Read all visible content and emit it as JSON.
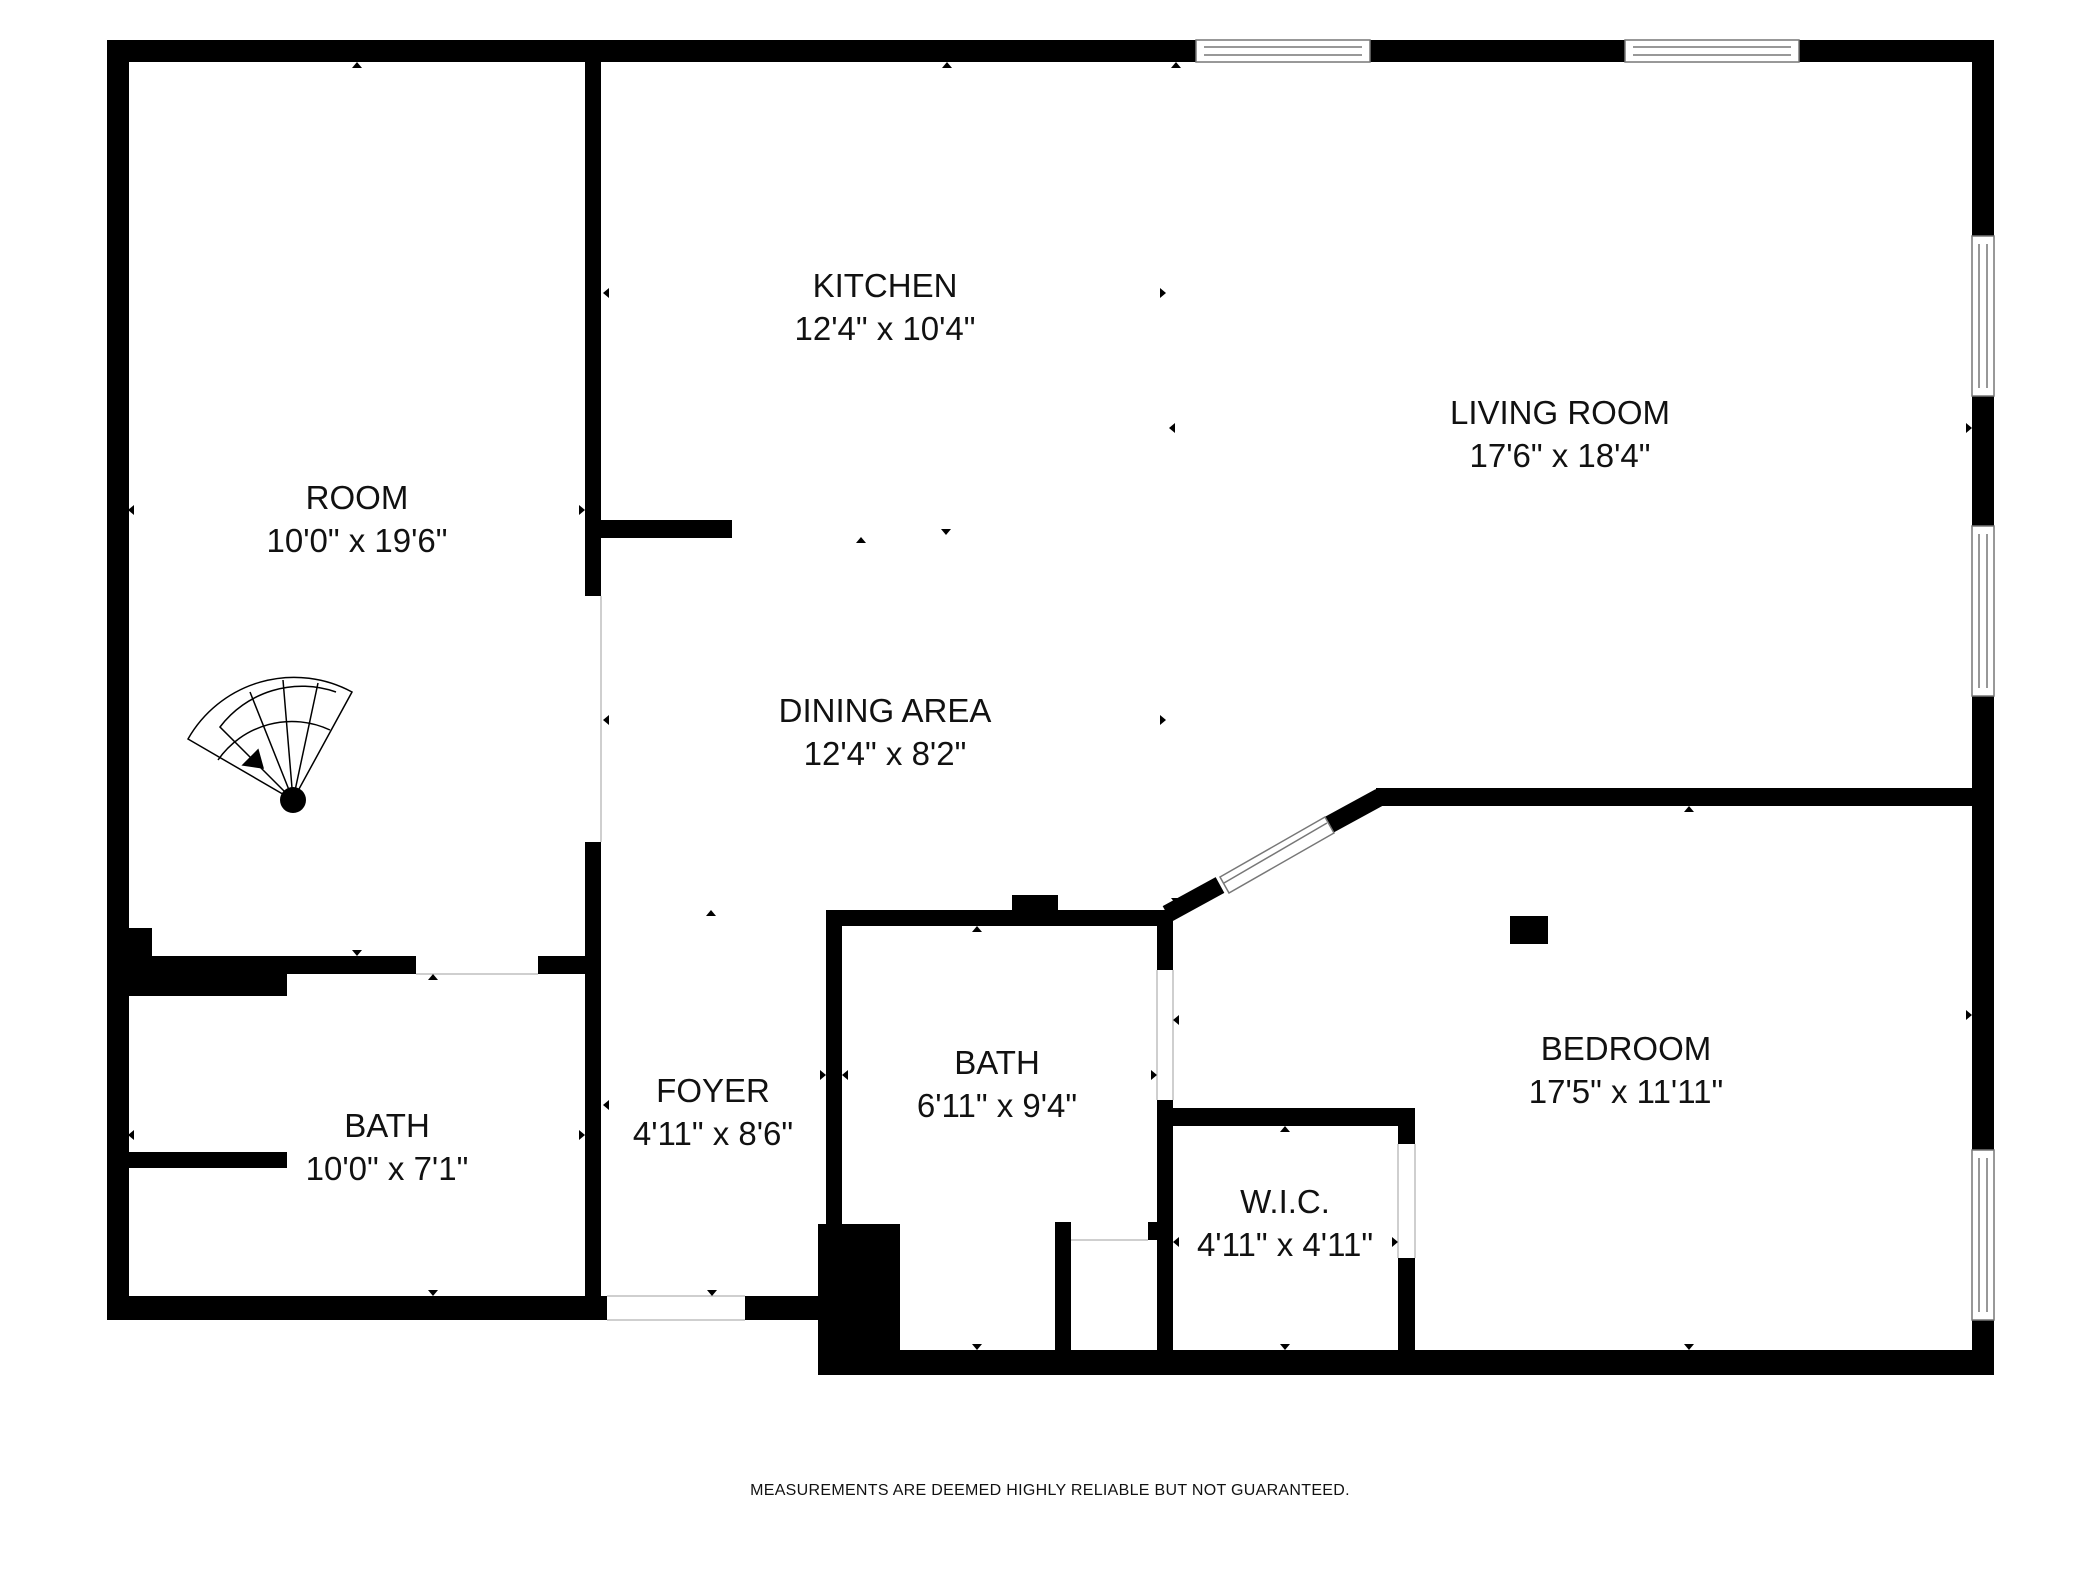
{
  "colors": {
    "wall": "#000000",
    "background": "#ffffff",
    "text": "#111111",
    "window_frame": "#9a9a9a"
  },
  "rooms": [
    {
      "name": "KITCHEN",
      "dimensions": "12'4\" x 10'4\""
    },
    {
      "name": "LIVING ROOM",
      "dimensions": "17'6\" x 18'4\""
    },
    {
      "name": "ROOM",
      "dimensions": "10'0\" x 19'6\""
    },
    {
      "name": "DINING AREA",
      "dimensions": "12'4\" x 8'2\""
    },
    {
      "name": "BEDROOM",
      "dimensions": "17'5\" x 11'11\""
    },
    {
      "name": "BATH",
      "dimensions": "6'11\" x 9'4\""
    },
    {
      "name": "FOYER",
      "dimensions": "4'11\" x 8'6\""
    },
    {
      "name": "BATH",
      "dimensions": "10'0\" x 7'1\""
    },
    {
      "name": "W.I.C.",
      "dimensions": "4'11\" x 4'11\""
    }
  ],
  "footer": {
    "disclaimer": "MEASUREMENTS ARE DEEMED HIGHLY RELIABLE BUT NOT GUARANTEED."
  },
  "icons": {
    "staircase": "spiral-staircase-icon",
    "window": "window-icon",
    "dimension_marker": "triangle-marker-icon"
  }
}
